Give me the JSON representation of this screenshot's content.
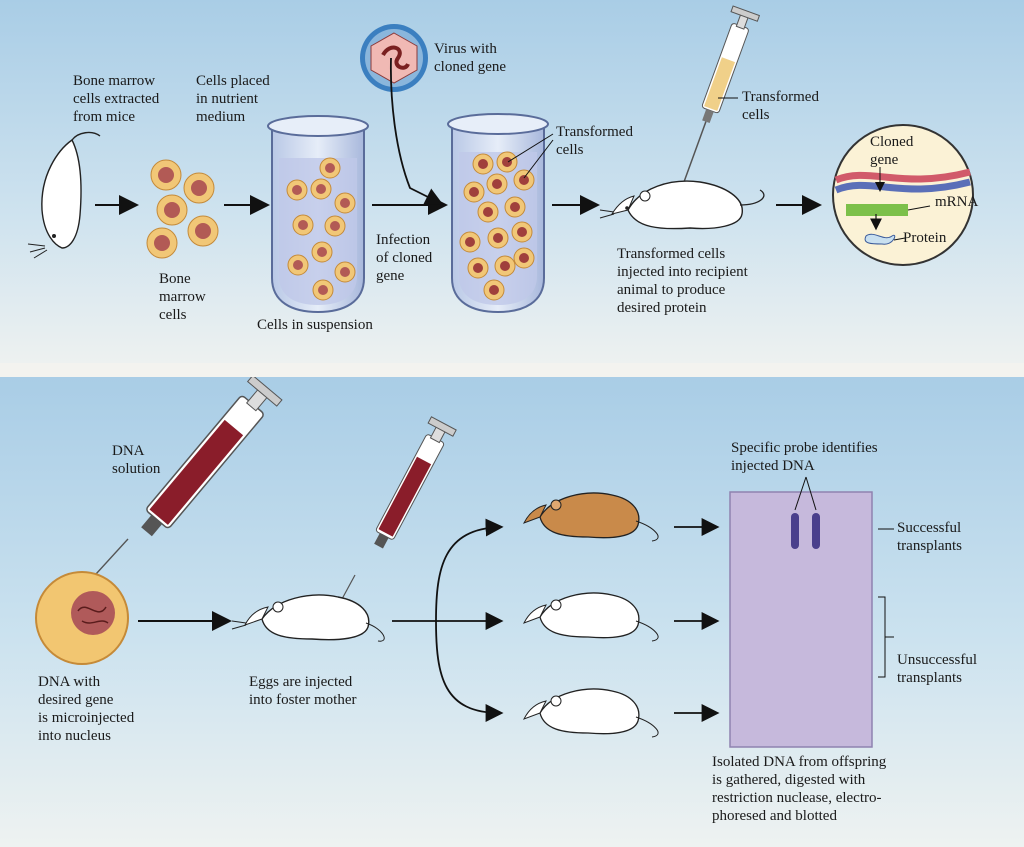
{
  "top": {
    "bone_marrow_extracted": "Bone marrow\ncells extracted\nfrom mice",
    "cells_placed": "Cells placed\nin nutrient\nmedium",
    "virus": "Virus with\ncloned gene",
    "transformed_cells_tube": "Transformed\ncells",
    "transformed_cells_syringe": "Transformed\ncells",
    "bone_marrow_cells": "Bone\nmarrow\ncells",
    "cells_in_suspension": "Cells in suspension",
    "infection": "Infection\nof cloned\ngene",
    "injected_recipient": "Transformed cells\ninjected into recipient\nanimal to produce\ndesired protein",
    "cloned_gene": "Cloned\ngene",
    "mrna": "mRNA",
    "protein": "Protein"
  },
  "bottom": {
    "dna_solution": "DNA\nsolution",
    "dna_with_gene": "DNA with\ndesired gene\nis microinjected\ninto nucleus",
    "eggs_injected": "Eggs are injected\ninto foster mother",
    "probe": "Specific probe identifies\ninjected DNA",
    "successful": "Successful\ntransplants",
    "unsuccessful": "Unsuccessful\ntransplants",
    "isolated_dna": "Isolated DNA from offspring\nis gathered, digested with\nrestriction nuclease, electro-\nphoresed and blotted"
  },
  "colors": {
    "sky_top": "#a9cde6",
    "cell_fill": "#f1c777",
    "cell_nucleus": "#b25a55",
    "blot_fill": "#c6b9dc",
    "band": "#4a3f8c",
    "mouse_brown": "#c98a4a"
  }
}
